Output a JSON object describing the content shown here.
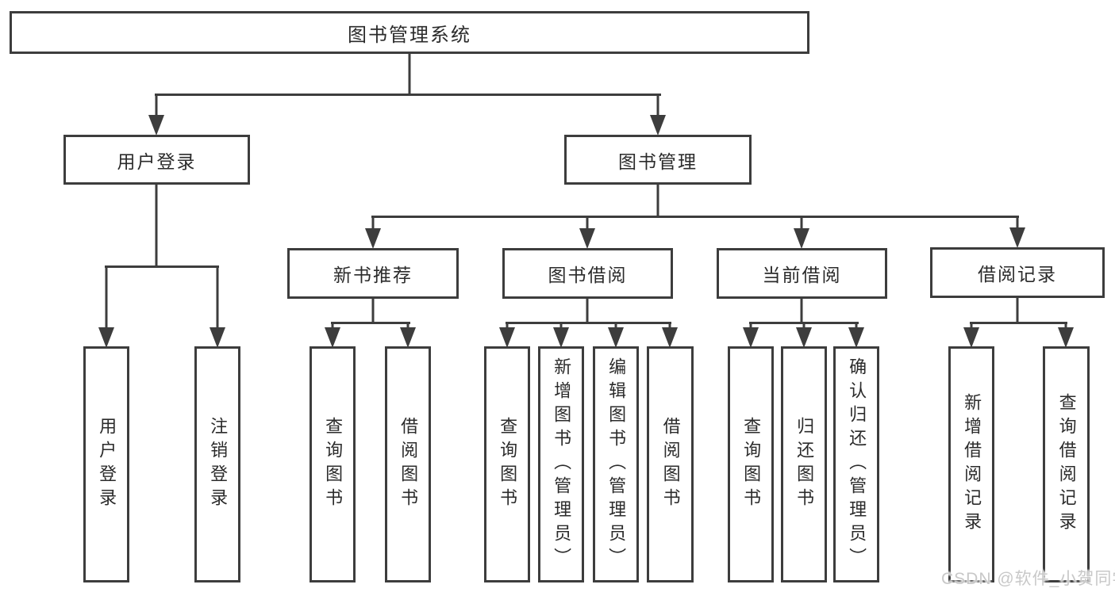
{
  "diagram": {
    "root_label": "图书管理系统",
    "level2": [
      "用户登录",
      "图书管理"
    ],
    "level3": [
      "新书推荐",
      "图书借阅",
      "当前借阅",
      "借阅记录"
    ],
    "leaves_user_login": [
      "用户登录",
      "注销登录"
    ],
    "leaves_new_book": [
      "查询图书",
      "借阅图书"
    ],
    "leaves_book_borrow": [
      "查询图书",
      "新增图书（管理员）",
      "编辑图书（管理员）",
      "借阅图书"
    ],
    "leaves_current_borrow": [
      "查询图书",
      "归还图书",
      "确认归还（管理员）"
    ],
    "leaves_borrow_record": [
      "新增借阅记录",
      "查询借阅记录"
    ]
  },
  "watermark": {
    "text": "CSDN @软件_小贺同学"
  },
  "colors": {
    "line": "#3d3d3d",
    "text": "#2b2b2b",
    "watermark": "#c8c8c8",
    "background": "#ffffff"
  }
}
